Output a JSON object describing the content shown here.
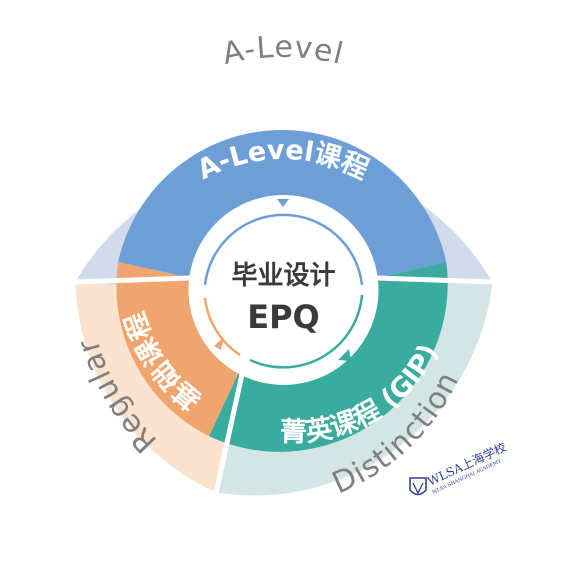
{
  "center": {
    "title": "毕业设计",
    "subtitle": "EPQ"
  },
  "outer_ring": [
    {
      "label": "A-Level",
      "color": "#d2dbec"
    },
    {
      "label": "Distinction",
      "color": "#d3e6e5"
    },
    {
      "label": "Regular",
      "color": "#fbe3cf"
    }
  ],
  "inner_ring": [
    {
      "label": "A-Level课程",
      "color": "#6d9fd6"
    },
    {
      "label": "菁英课程 (GIP)",
      "color": "#39ab9f"
    },
    {
      "label": "基础课程",
      "color": "#f0a56e"
    }
  ],
  "center_arcs": [
    "#6d9fd6",
    "#39ab9f",
    "#f0a56e"
  ],
  "logo": {
    "text": "WLSA上海学校",
    "subtext": "WLSA SHANGHAI ACADEMY",
    "color": "#2f3f8f"
  }
}
